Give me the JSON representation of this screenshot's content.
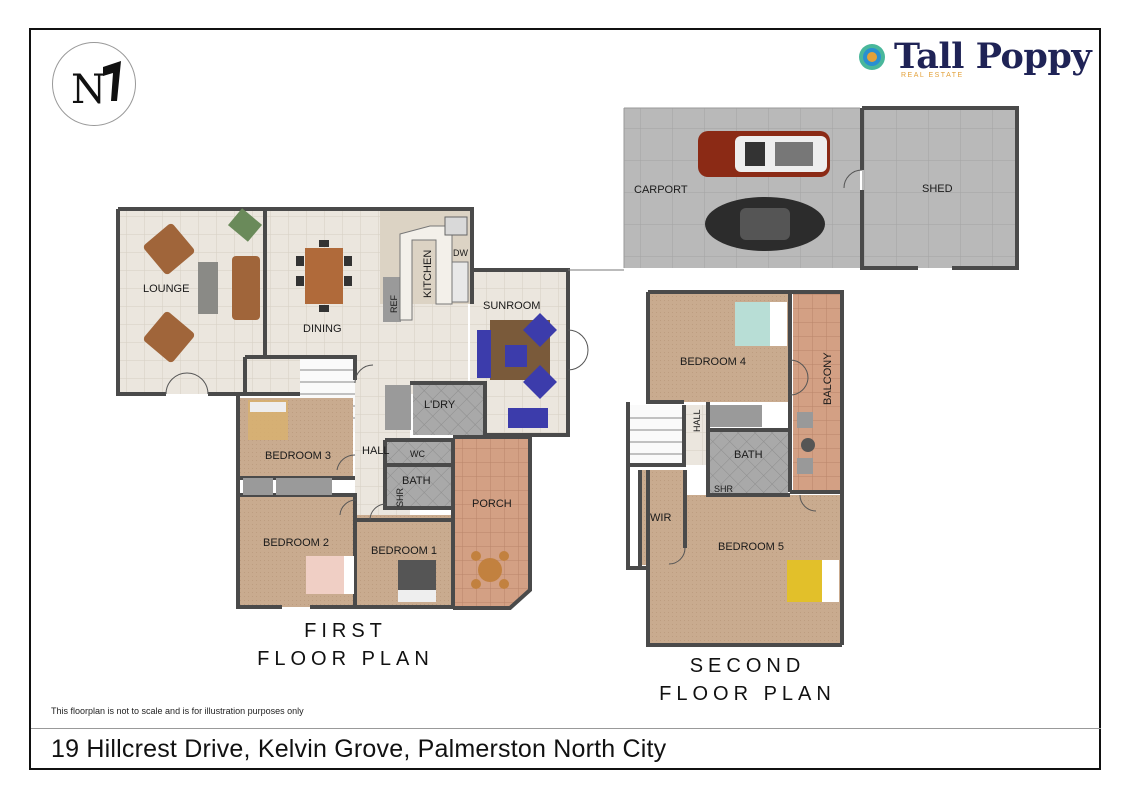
{
  "brand": {
    "name": "Tall Poppy",
    "tagline": "REAL ESTATE",
    "colors": {
      "navy": "#1f2356",
      "gold": "#e3a13a",
      "blue": "#2a8fd0",
      "teal": "#49b79b"
    }
  },
  "compass": {
    "letter": "N",
    "icon": "north-arrow-icon"
  },
  "plans": {
    "first": {
      "title_line1": "FIRST",
      "title_line2": "FLOOR PLAN"
    },
    "second": {
      "title_line1": "SECOND",
      "title_line2": "FLOOR PLAN"
    }
  },
  "rooms": {
    "lounge": "LOUNGE",
    "dining": "DINING",
    "kitchen": "KITCHEN",
    "ref": "REF",
    "dw": "DW",
    "sunroom": "SUNROOM",
    "ldry": "L'DRY",
    "hall": "HALL",
    "wc": "WC",
    "bath": "BATH",
    "shr": "SHR",
    "porch": "PORCH",
    "bedroom1": "BEDROOM 1",
    "bedroom2": "BEDROOM 2",
    "bedroom3": "BEDROOM 3",
    "carport": "CARPORT",
    "shed": "SHED",
    "bedroom4": "BEDROOM 4",
    "balcony": "BALCONY",
    "hall2": "HALL",
    "bath2": "BATH",
    "shr2": "SHR",
    "wir": "WIR",
    "bedroom5": "BEDROOM 5"
  },
  "disclaimer": "This floorplan is not to scale and is for illustration purposes only",
  "address": "19 Hillcrest Drive, Kelvin Grove, Palmerston North City",
  "colors": {
    "wall": "#4a4a4a",
    "carpet": "#c8aa8e",
    "tile": "#e9e4dc",
    "wet_tile": "#a8a8a8",
    "porch_tile": "#d19a7b",
    "concrete": "#b5b5b5",
    "sofa_blue": "#3c3cab",
    "wood": "#a0653a"
  }
}
